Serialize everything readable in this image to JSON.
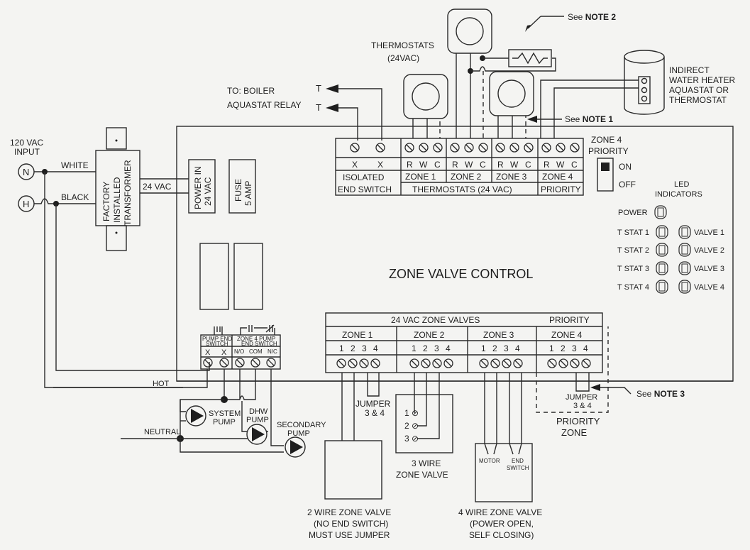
{
  "diagram": {
    "title": "ZONE VALVE CONTROL",
    "power_input": {
      "label_line1": "120 VAC",
      "label_line2": "INPUT",
      "neutral": "N",
      "hot": "H",
      "white": "WHITE",
      "black": "BLACK"
    },
    "transformer": {
      "line1": "FACTORY",
      "line2": "INSTALLED",
      "line3": "TRANSFORMER",
      "output": "24 VAC"
    },
    "power_in": {
      "line1": "POWER IN",
      "line2": "24 VAC"
    },
    "fuse": {
      "line1": "FUSE",
      "line2": "5 AMP"
    },
    "boiler": {
      "line1": "TO: BOILER",
      "line2": "AQUASTAT RELAY",
      "terminal": "T"
    },
    "thermostats_label": {
      "line1": "THERMOSTATS",
      "line2": "(24VAC)"
    },
    "notes": {
      "see": "See",
      "note1": "NOTE 1",
      "note2": "NOTE 2",
      "note3": "NOTE 3"
    },
    "water_heater": {
      "line1": "INDIRECT",
      "line2": "WATER HEATER",
      "line3": "AQUASTAT OR",
      "line4": "THERMOSTAT"
    },
    "top_terminal_block": {
      "isolated": {
        "terminals": [
          "X",
          "X"
        ],
        "line1": "ISOLATED",
        "line2": "END SWITCH"
      },
      "zones": [
        {
          "terminals": [
            "R",
            "W",
            "C"
          ],
          "label": "ZONE 1"
        },
        {
          "terminals": [
            "R",
            "W",
            "C"
          ],
          "label": "ZONE 2"
        },
        {
          "terminals": [
            "R",
            "W",
            "C"
          ],
          "label": "ZONE 3"
        },
        {
          "terminals": [
            "R",
            "W",
            "C"
          ],
          "label": "ZONE 4"
        }
      ],
      "group_label": "THERMOSTATS (24 VAC)",
      "priority_label": "PRIORITY"
    },
    "priority_switch": {
      "line1": "ZONE 4",
      "line2": "PRIORITY",
      "on": "ON",
      "off": "OFF",
      "state": "ON"
    },
    "led_indicators": {
      "line1": "LED",
      "line2": "INDICATORS",
      "power": "POWER",
      "tstats": [
        "T STAT 1",
        "T STAT 2",
        "T STAT 3",
        "T STAT 4"
      ],
      "valves": [
        "VALVE 1",
        "VALVE 2",
        "VALVE 3",
        "VALVE 4"
      ]
    },
    "bottom_terminal_block": {
      "header": "24 VAC ZONE VALVES",
      "priority": "PRIORITY",
      "zones": [
        {
          "label": "ZONE 1",
          "terminals": [
            "1",
            "2",
            "3",
            "4"
          ]
        },
        {
          "label": "ZONE 2",
          "terminals": [
            "1",
            "2",
            "3",
            "4"
          ]
        },
        {
          "label": "ZONE 3",
          "terminals": [
            "1",
            "2",
            "3",
            "4"
          ]
        },
        {
          "label": "ZONE 4",
          "terminals": [
            "1",
            "2",
            "3",
            "4"
          ]
        }
      ]
    },
    "pump_block": {
      "pump_end_switch": {
        "line1": "PUMP END",
        "line2": "SWITCH",
        "terminals": [
          "X",
          "X"
        ]
      },
      "zone4_pump": {
        "line1": "ZONE 4 PUMP",
        "line2": "END SWITCH",
        "terminals": [
          "N/O",
          "COM",
          "N/C"
        ]
      }
    },
    "wires": {
      "hot": "HOT",
      "neutral": "NEUTRAL"
    },
    "pumps": {
      "system": {
        "line1": "SYSTEM",
        "line2": "PUMP"
      },
      "dhw": {
        "line1": "DHW",
        "line2": "PUMP"
      },
      "secondary": {
        "line1": "SECONDARY",
        "line2": "PUMP"
      }
    },
    "jumper": {
      "line1": "JUMPER",
      "line2": "3 & 4"
    },
    "priority_zone": {
      "line1": "PRIORITY",
      "line2": "ZONE"
    },
    "valve_2wire": {
      "line1": "2 WIRE ZONE VALVE",
      "line2": "(NO END SWITCH)",
      "line3": "MUST USE JUMPER"
    },
    "valve_3wire": {
      "line1": "3 WIRE",
      "line2": "ZONE VALVE",
      "terminals": [
        "1",
        "2",
        "3"
      ]
    },
    "valve_4wire": {
      "line1": "4 WIRE ZONE VALVE",
      "line2": "(POWER OPEN,",
      "line3": "SELF CLOSING)",
      "motor": "MOTOR",
      "end1": "END",
      "end2": "SWITCH"
    }
  }
}
